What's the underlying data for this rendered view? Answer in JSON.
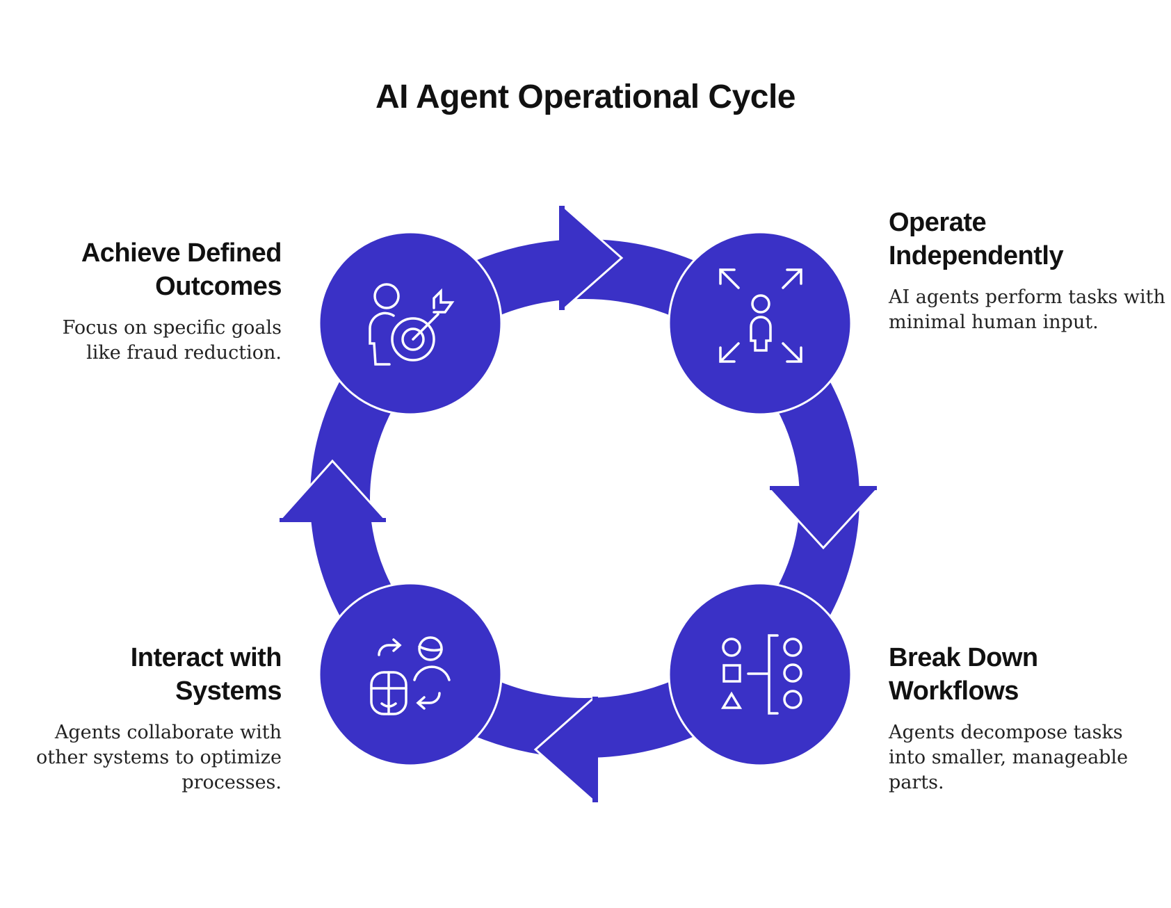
{
  "title": "AI Agent Operational Cycle",
  "colors": {
    "accent": "#3a31c6",
    "outline": "#ffffff"
  },
  "steps": [
    {
      "heading": "Operate Independently",
      "heading_lines": [
        "Operate",
        "Independently"
      ],
      "body": "AI agents perform tasks with minimal human input.",
      "icon": "person-expand-arrows-icon"
    },
    {
      "heading": "Break Down Workflows",
      "heading_lines": [
        "Break Down",
        "Workflows"
      ],
      "body": "Agents decompose tasks into smaller, manageable parts.",
      "icon": "shapes-hierarchy-icon"
    },
    {
      "heading": "Interact with Systems",
      "heading_lines": [
        "Interact with",
        "Systems"
      ],
      "body": "Agents collaborate with other systems to optimize processes.",
      "icon": "mouse-person-exchange-icon"
    },
    {
      "heading": "Achieve Defined Outcomes",
      "heading_lines": [
        "Achieve Defined",
        "Outcomes"
      ],
      "body": "Focus on specific goals like fraud reduction.",
      "icon": "person-target-icon"
    }
  ]
}
